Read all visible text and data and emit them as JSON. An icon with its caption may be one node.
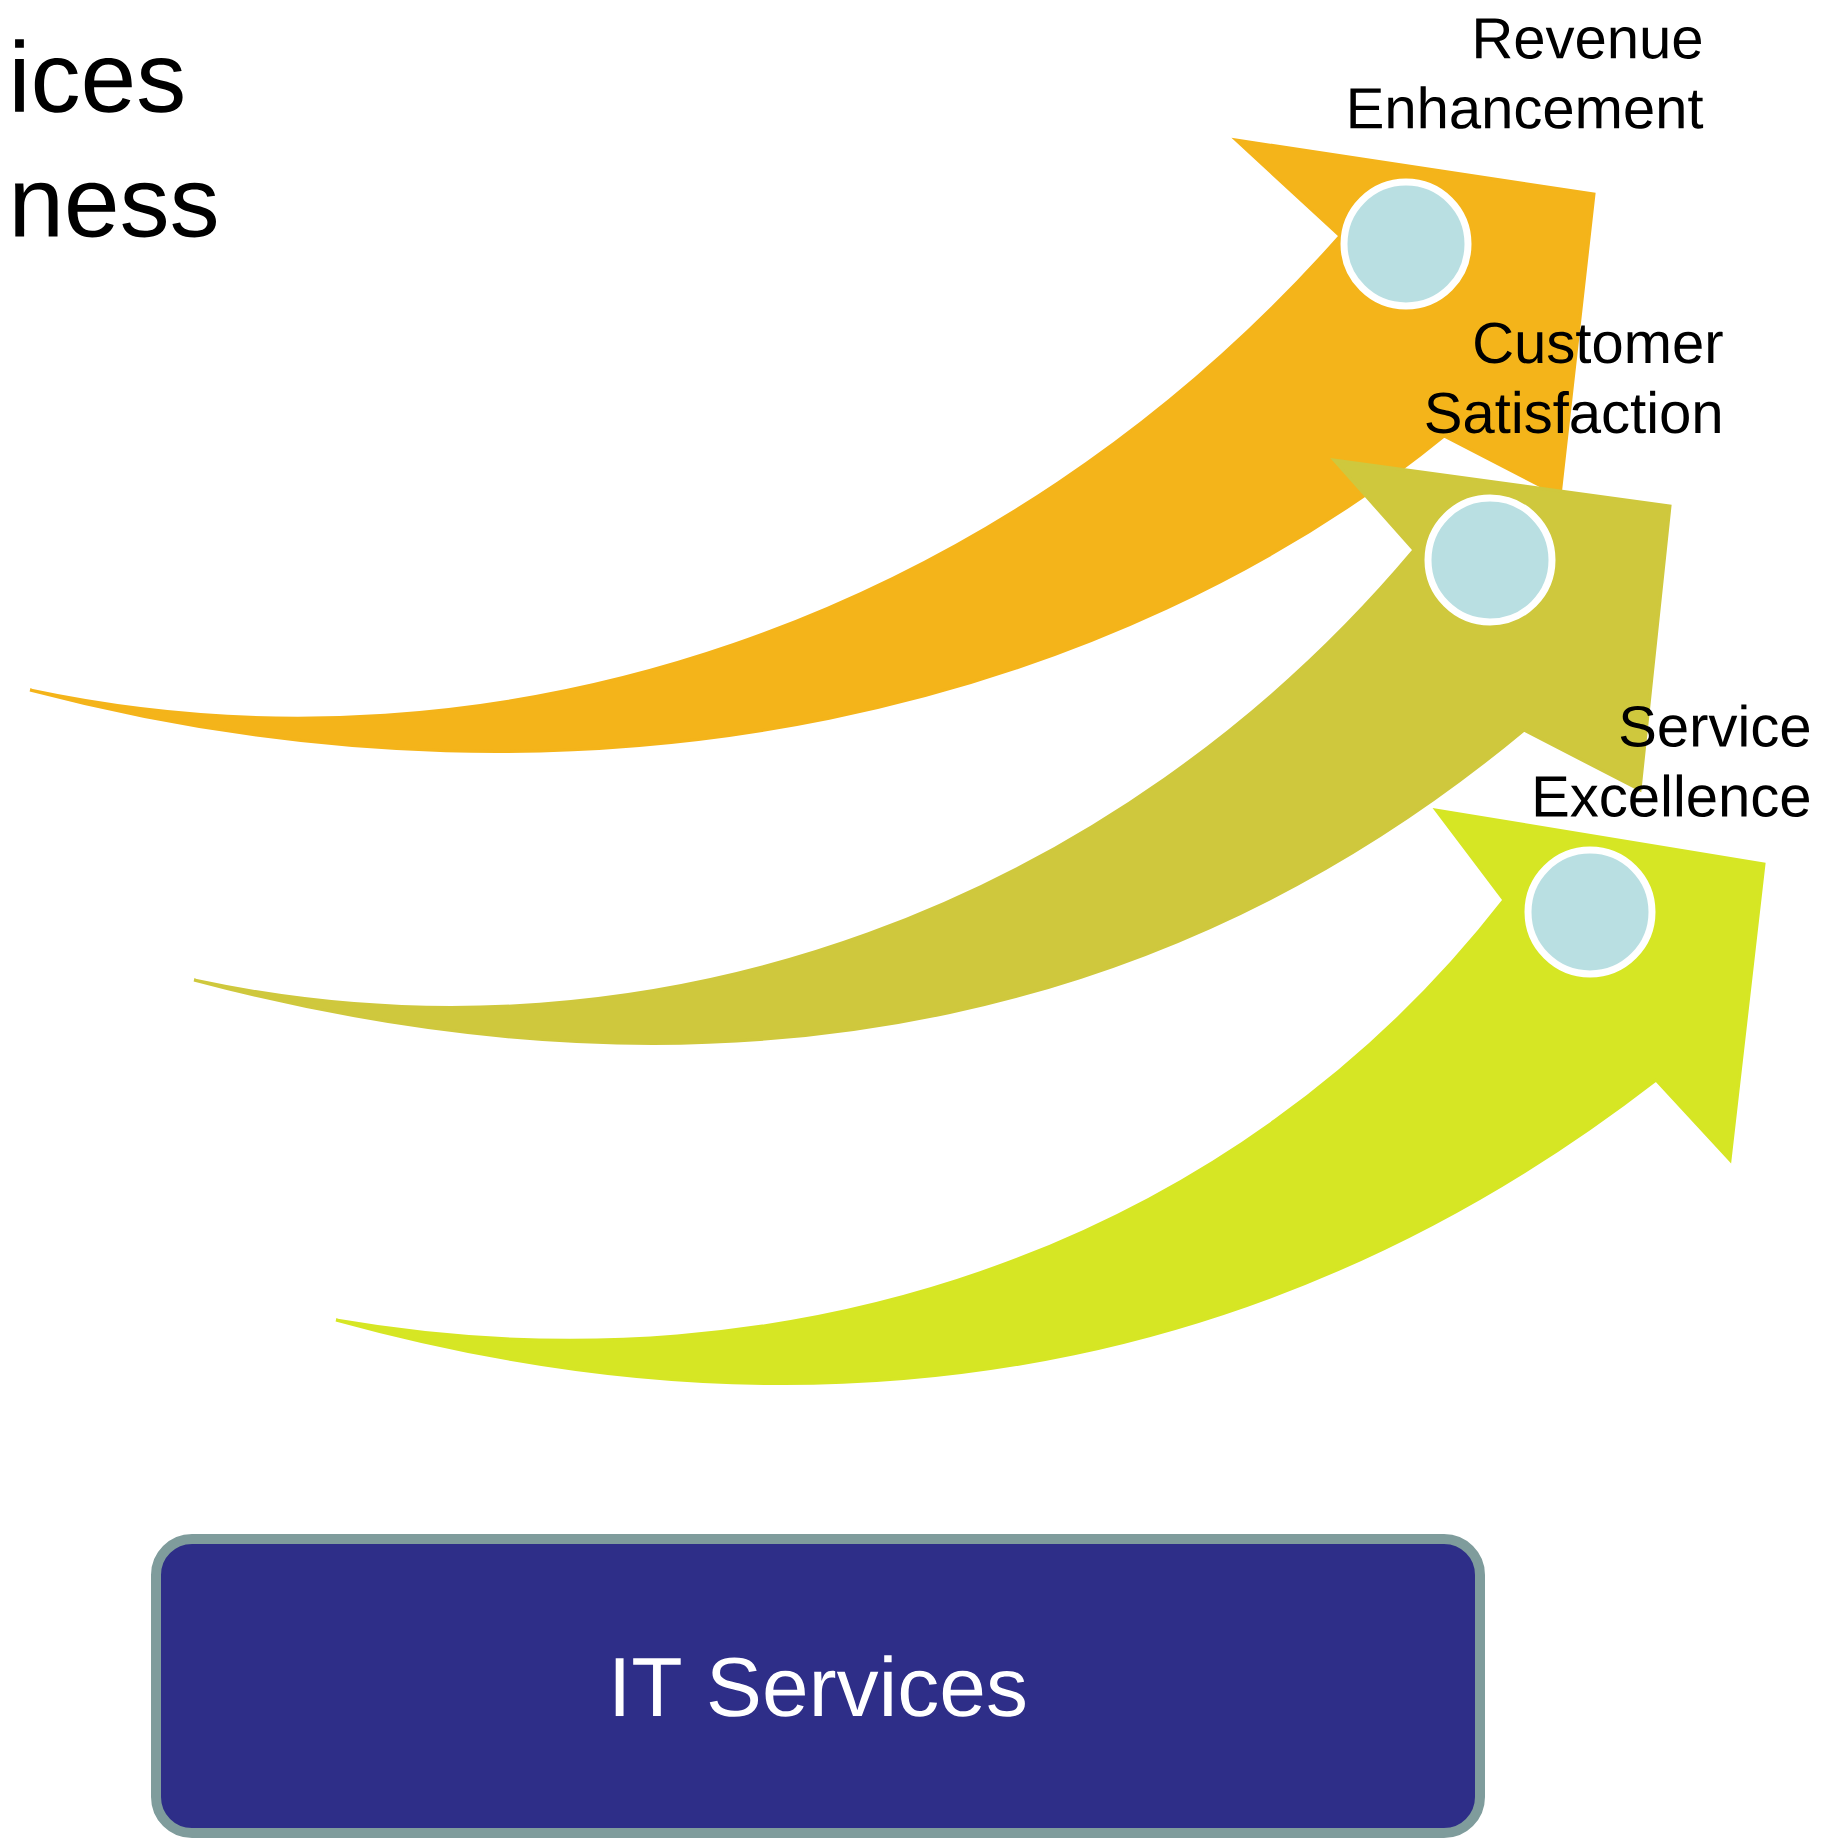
{
  "diagram": {
    "nodes": [
      {
        "text": [
          "IT Services"
        ]
      },
      {
        "text": [],
        "shape": "circle"
      },
      {
        "text": [],
        "shape": "circle"
      },
      {
        "text": [],
        "shape": "circle"
      }
    ],
    "edges": [
      {
        "from": null,
        "to": 1,
        "arrow": "to",
        "style": "thick",
        "color": "#f4b41a"
      },
      {
        "from": null,
        "to": 2,
        "arrow": "to",
        "style": "thick",
        "color": "#cfc83d"
      },
      {
        "from": null,
        "to": 3,
        "arrow": "to",
        "style": "thick",
        "color": "#d6e624"
      }
    ],
    "labels": [
      "ices",
      "ness",
      "Revenue Enhancement",
      "Customer Satisfaction",
      "Service Excellence"
    ]
  }
}
